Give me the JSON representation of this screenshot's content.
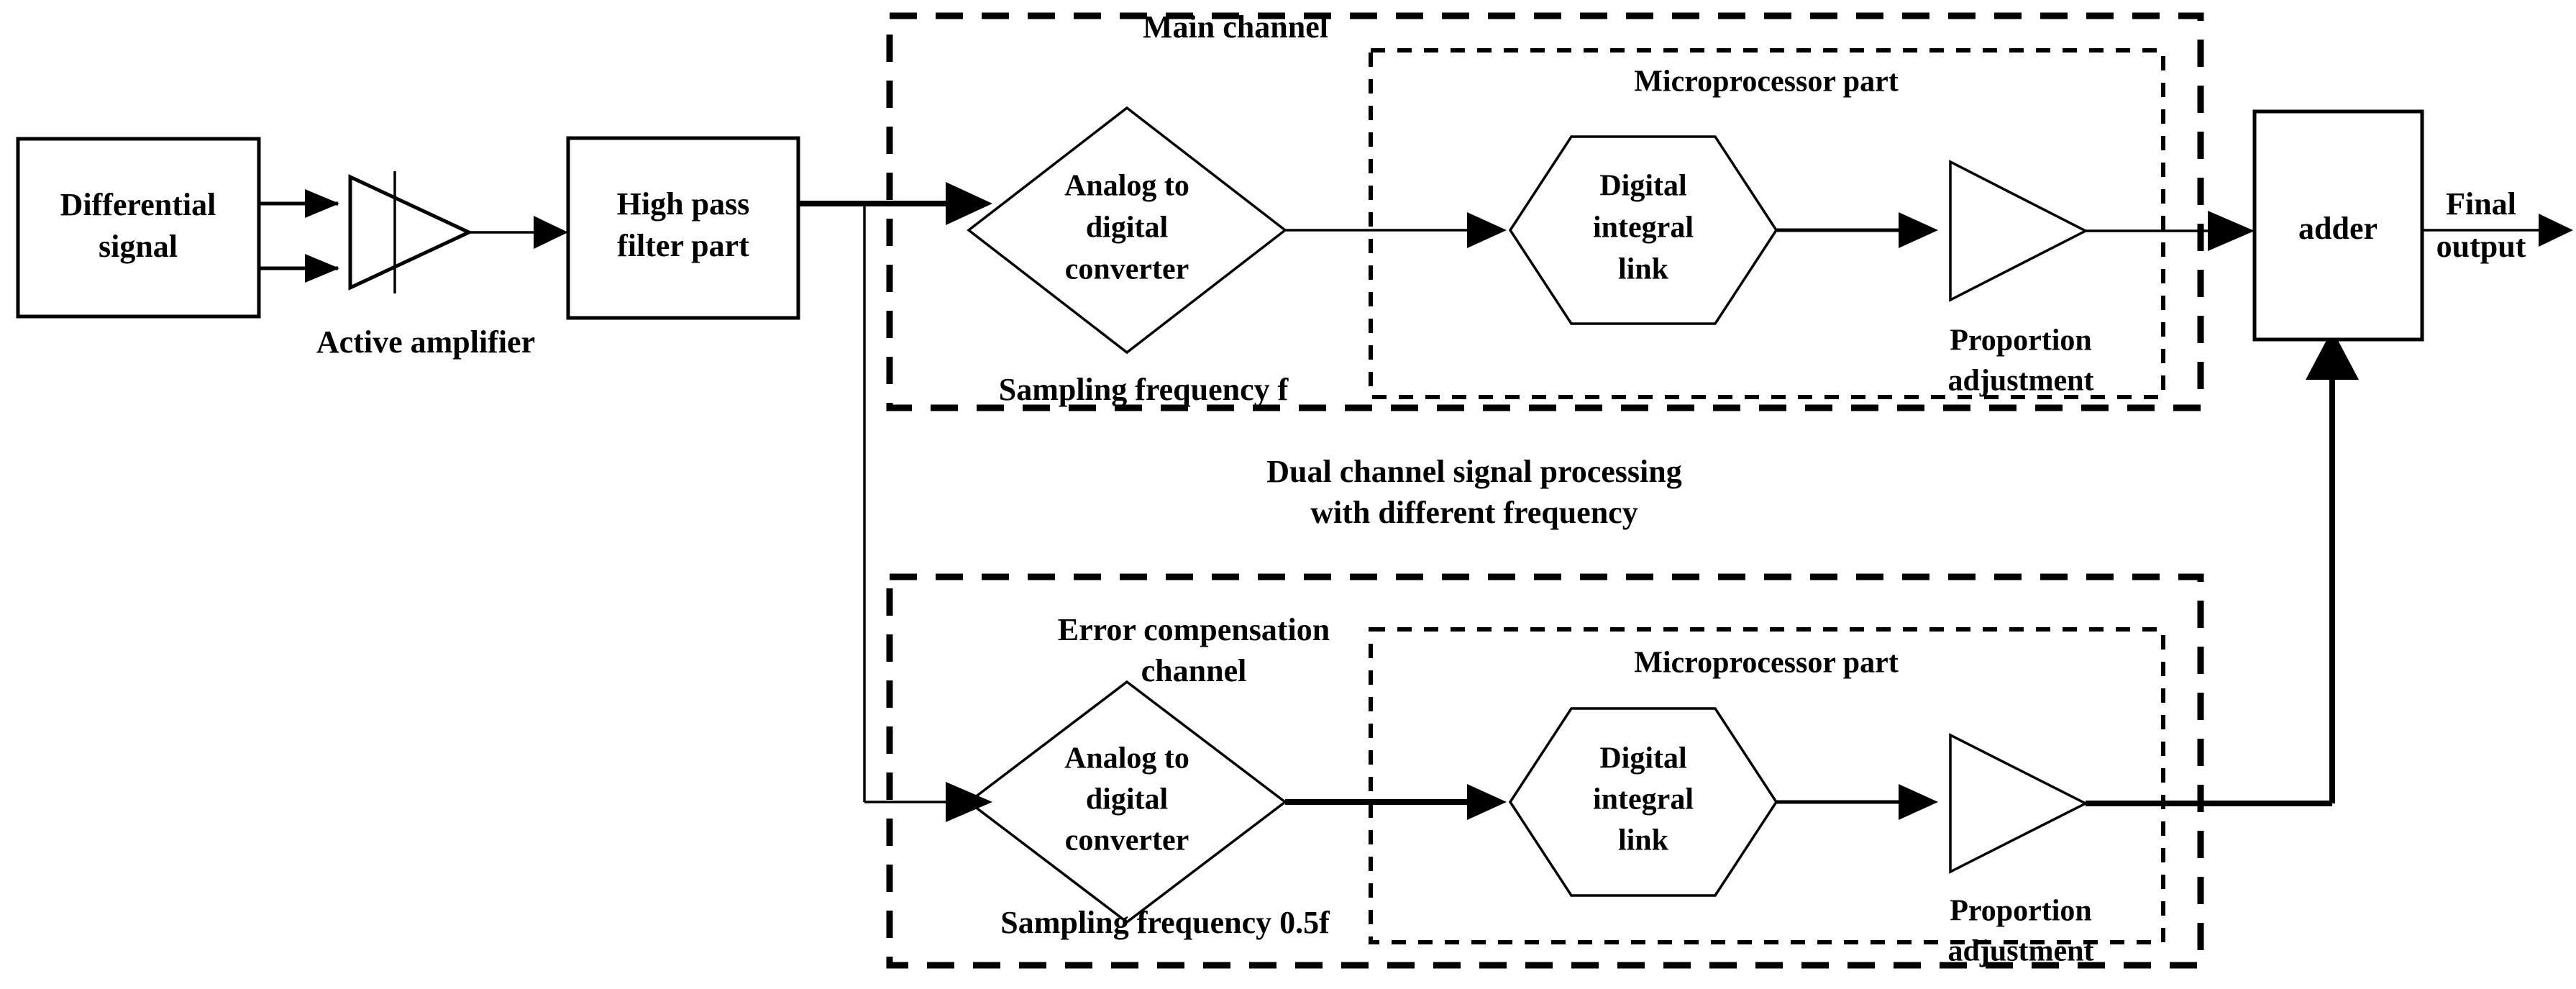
{
  "diagram": {
    "title": "Dual channel signal processing block diagram",
    "caption": {
      "line1": "Dual channel signal processing",
      "line2": "with different frequency"
    },
    "front_end": {
      "differential_signal": {
        "line1": "Differential",
        "line2": "signal"
      },
      "active_amplifier_label": "Active amplifier",
      "high_pass_filter": {
        "line1": "High pass",
        "line2": "filter part"
      }
    },
    "main_channel": {
      "title": "Main channel",
      "sampling_label": "Sampling frequency f",
      "adc": {
        "line1": "Analog to",
        "line2": "digital",
        "line3": "converter"
      },
      "microprocessor": {
        "title": "Microprocessor part",
        "integral": {
          "line1": "Digital",
          "line2": "integral",
          "line3": "link"
        },
        "proportion": {
          "line1": "Proportion",
          "line2": "adjustment"
        }
      }
    },
    "error_channel": {
      "title_line1": "Error compensation",
      "title_line2": "channel",
      "sampling_label": "Sampling frequency 0.5f",
      "adc": {
        "line1": "Analog to",
        "line2": "digital",
        "line3": "converter"
      },
      "microprocessor": {
        "title": "Microprocessor part",
        "integral": {
          "line1": "Digital",
          "line2": "integral",
          "line3": "link"
        },
        "proportion": {
          "line1": "Proportion",
          "line2": "adjustment"
        }
      }
    },
    "output_stage": {
      "adder_label": "adder",
      "final_output_line1": "Final",
      "final_output_line2": "output"
    },
    "colors": {
      "stroke": "#000000",
      "background": "#ffffff"
    }
  }
}
